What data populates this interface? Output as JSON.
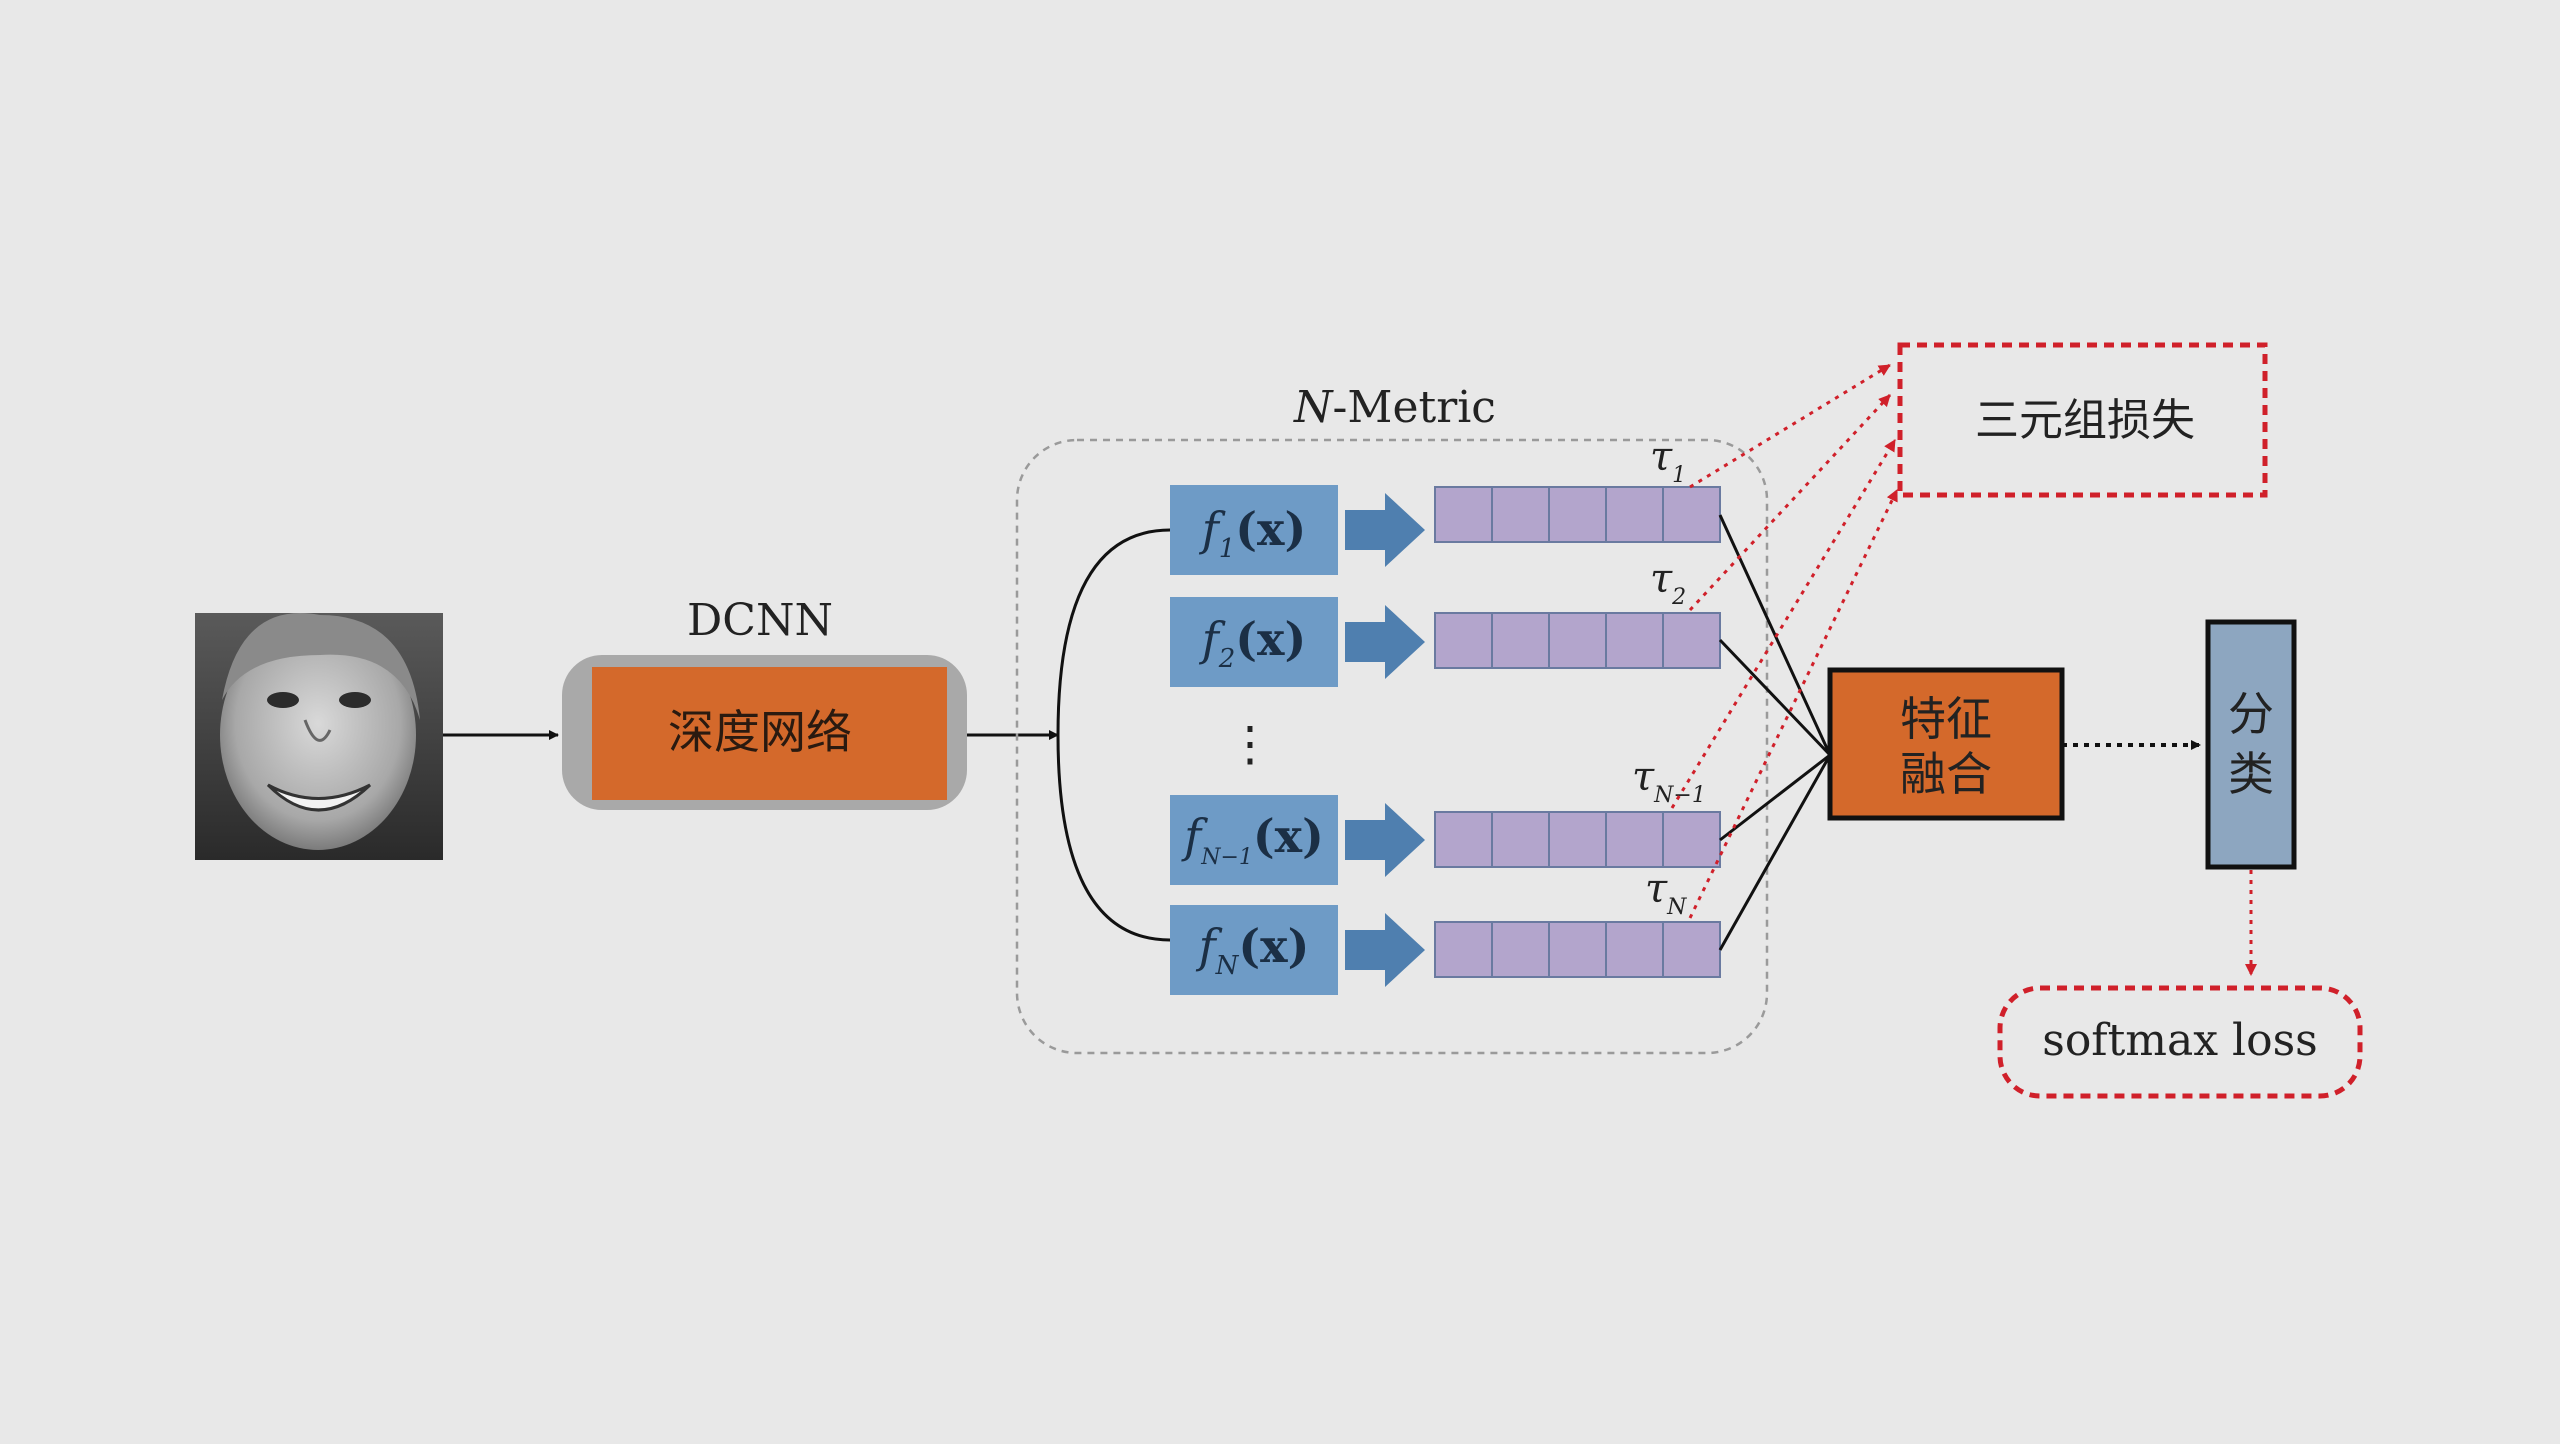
{
  "diagram": {
    "backbone": {
      "title": "DCNN",
      "label": "深度网络"
    },
    "metric_group": {
      "title_italic": "N",
      "title_rest": "-Metric"
    },
    "branches": [
      {
        "f_sub": "1",
        "tau_sub": "1"
      },
      {
        "f_sub": "2",
        "tau_sub": "2"
      },
      {
        "f_sub": "N−1",
        "tau_sub": "N−1"
      },
      {
        "f_sub": "N",
        "tau_sub": "N"
      }
    ],
    "ellipsis": "⋮",
    "f_symbol": "f",
    "f_arg": "(x)",
    "tau_symbol": "τ",
    "fusion_label_line1": "特征",
    "fusion_label_line2": "融合",
    "classifier_label_line1": "分",
    "classifier_label_line2": "类",
    "triplet_loss_label": "三元组损失",
    "softmax_loss_label": "softmax loss",
    "colors": {
      "background": "#e8e8e8",
      "backbone_orange": "#d4692b",
      "f_box_blue": "#6e9bc6",
      "arrow_blue": "#4f7faf",
      "vector_purple": "#b3a5cc",
      "loss_red": "#d0202a",
      "classifier_blue": "#8da6c0"
    }
  }
}
